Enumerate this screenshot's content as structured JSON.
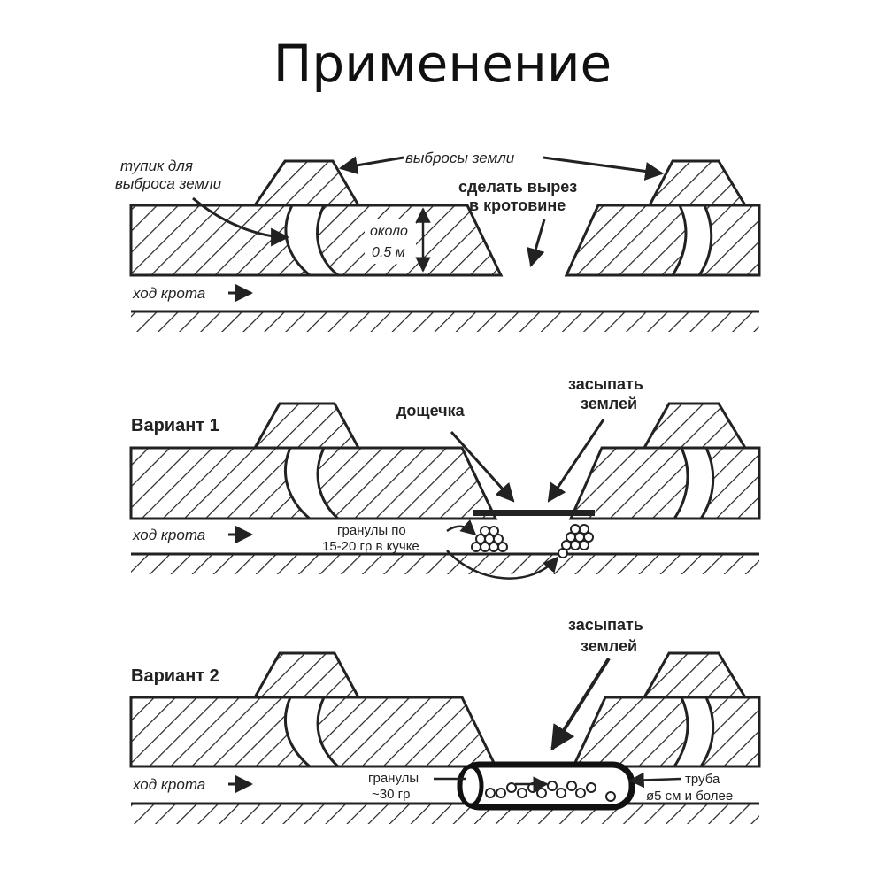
{
  "title": "Применение",
  "panel1": {
    "label_dead_end_line1": "тупик для",
    "label_dead_end_line2": "выброса земли",
    "label_spoil": "выбросы земли",
    "label_cut_line1": "сделать вырез",
    "label_cut_line2": "в кротовине",
    "label_depth_line1": "около",
    "label_depth_line2": "0,5 м",
    "label_tunnel": "ход крота"
  },
  "panel2": {
    "heading": "Вариант 1",
    "label_board": "дощечка",
    "label_fill_line1": "засыпать",
    "label_fill_line2": "землей",
    "label_granules_line1": "гранулы по",
    "label_granules_line2": "15-20 гр в кучке",
    "label_tunnel": "ход крота"
  },
  "panel3": {
    "heading": "Вариант 2",
    "label_fill_line1": "засыпать",
    "label_fill_line2": "землей",
    "label_granules_line1": "гранулы",
    "label_granules_line2": "~30 гр",
    "label_pipe_line1": "труба",
    "label_pipe_line2": "ø5 см и более",
    "label_tunnel": "ход крота"
  }
}
